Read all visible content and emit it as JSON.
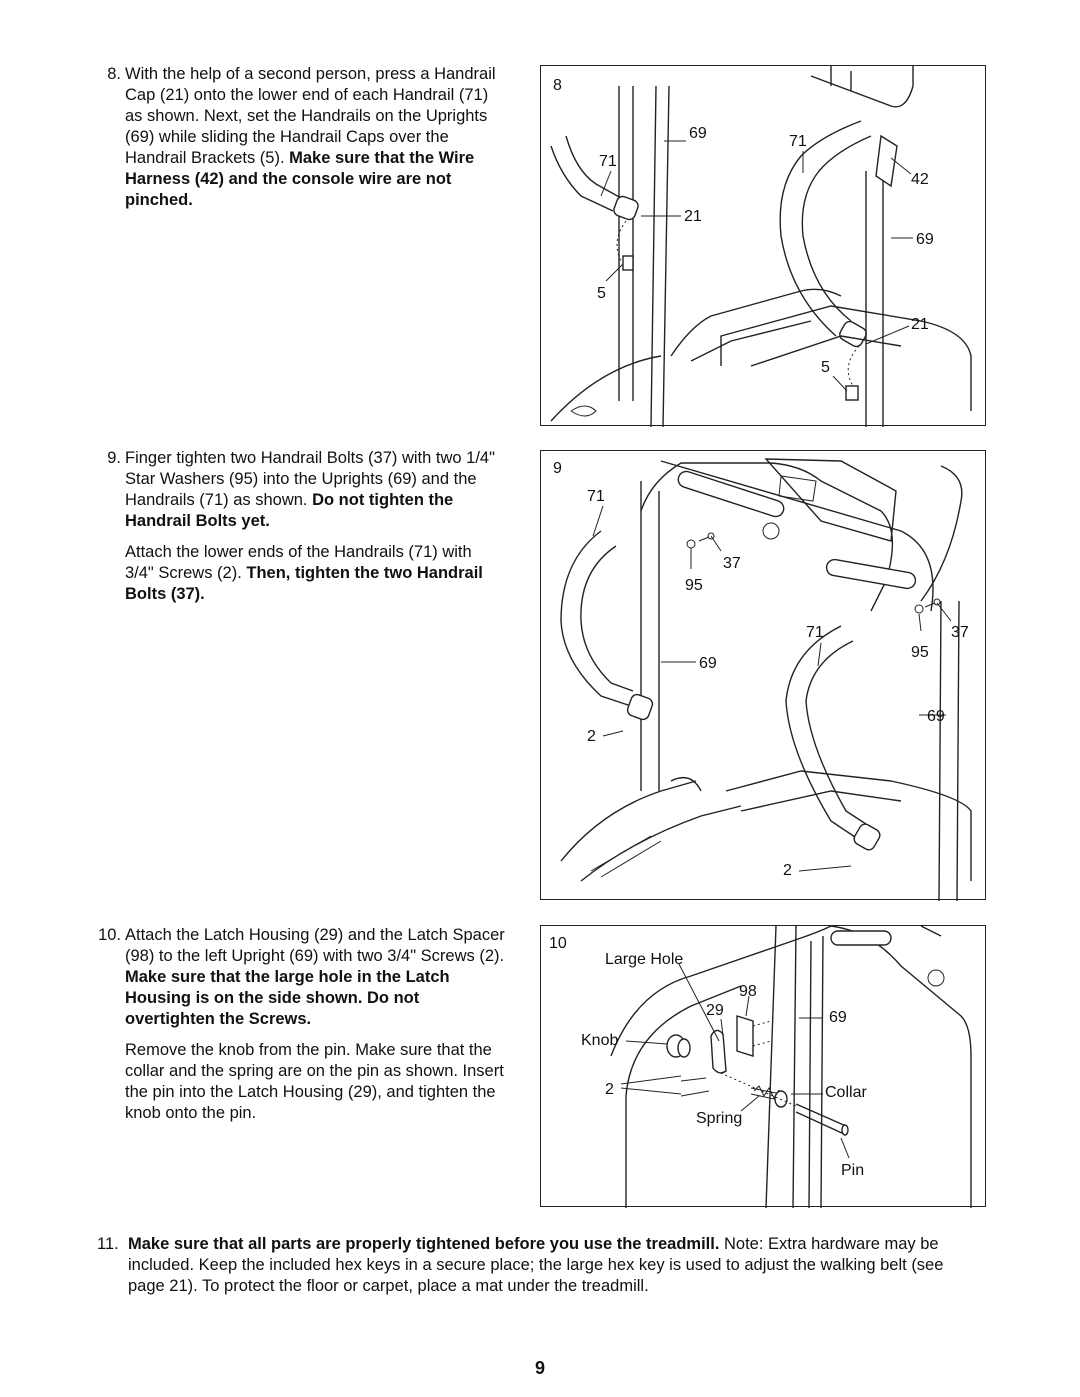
{
  "steps": {
    "s8": {
      "number": "8.",
      "text_normal": "With the help of a second person, press a Handrail Cap (21) onto the lower end of each Handrail (71) as shown. Next, set the Handrails on the Uprights (69) while sliding the Handrail Caps over the Handrail Brackets (5). ",
      "text_bold": "Make sure that the Wire Harness (42) and the console wire are not pinched."
    },
    "s9": {
      "number": "9.",
      "p1_normal": "Finger tighten two Handrail Bolts (37) with two 1/4\" Star Washers (95) into the Uprights (69) and the Handrails (71) as shown. ",
      "p1_bold": "Do not tighten the Handrail Bolts yet.",
      "p2_normal": "Attach the lower ends of the Handrails (71) with 3/4\" Screws (2). ",
      "p2_bold": "Then, tighten the two Handrail Bolts (37)."
    },
    "s10": {
      "number": "10.",
      "p1_normal": "Attach the Latch Housing (29) and the Latch Spacer (98) to the left Upright (69) with two 3/4\" Screws (2). ",
      "p1_bold": "Make sure that the large hole in the Latch Housing is on the side shown. Do not overtighten the Screws.",
      "p2_normal": "Remove the knob from the pin. Make sure that the collar and the spring are on the pin as shown. Insert the pin into the Latch Housing (29), and tighten the knob onto the pin."
    },
    "s11": {
      "number": "11.",
      "text_bold": "Make sure that all parts are properly tightened before you use the treadmill.",
      "text_normal": " Note: Extra hardware may be included. Keep the included hex keys in a secure place; the large hex key is used to adjust the walking belt (see page 21). To protect the floor or carpet, place a mat under the treadmill."
    }
  },
  "figures": {
    "fig8": {
      "label": "8",
      "callouts": {
        "c69a": "69",
        "c71a": "71",
        "c21a": "21",
        "c5a": "5",
        "c71b": "71",
        "c42": "42",
        "c69b": "69",
        "c21b": "21",
        "c5b": "5"
      }
    },
    "fig9": {
      "label": "9",
      "callouts": {
        "c71a": "71",
        "c37a": "37",
        "c95a": "95",
        "c69a": "69",
        "c2a": "2",
        "c71b": "71",
        "c37b": "37",
        "c95b": "95",
        "c69b": "69",
        "c2b": "2"
      }
    },
    "fig10": {
      "label": "10",
      "callouts": {
        "large_hole": "Large Hole",
        "c98": "98",
        "c29": "29",
        "c69": "69",
        "knob": "Knob",
        "c2": "2",
        "collar": "Collar",
        "spring": "Spring",
        "pin": "Pin"
      }
    }
  },
  "page_number": "9"
}
